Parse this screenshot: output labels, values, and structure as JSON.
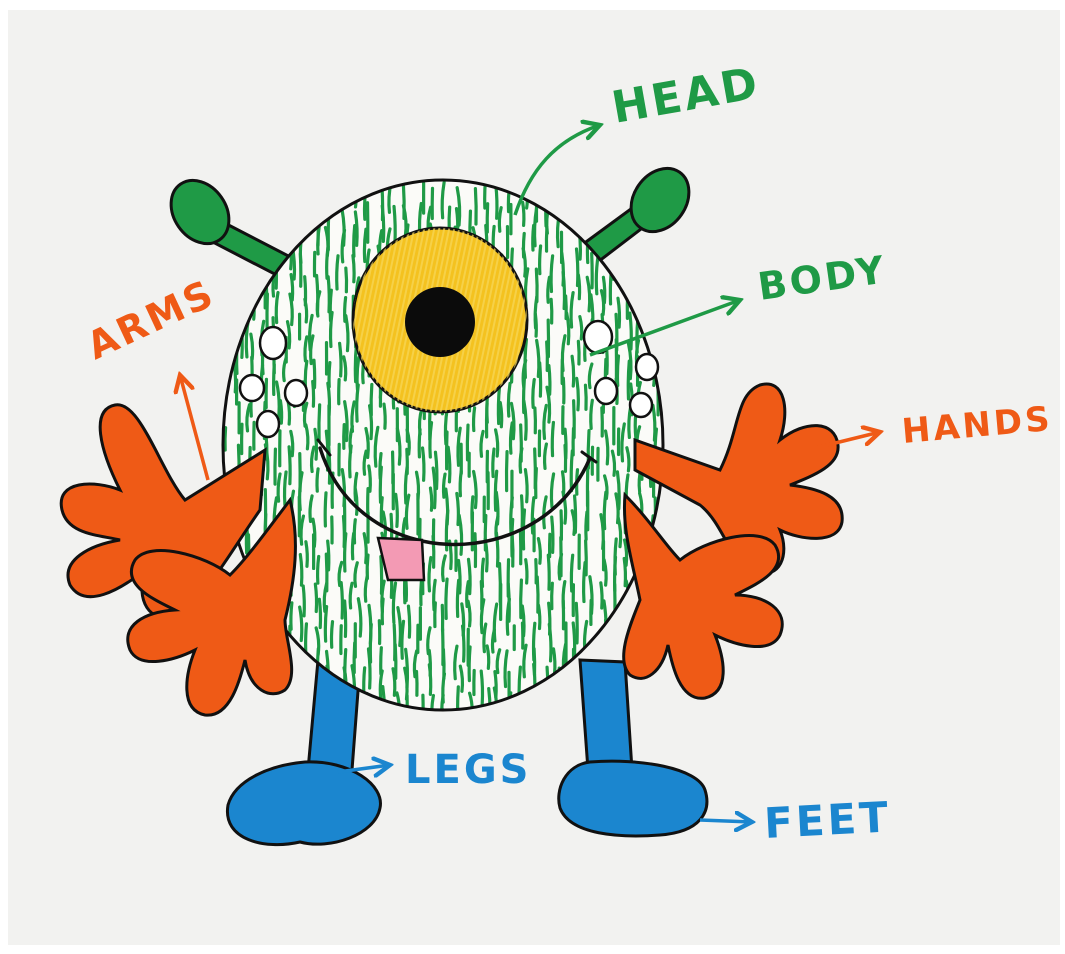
{
  "labels": {
    "head": "HEAD",
    "body": "BODY",
    "arms": "ARMS",
    "hands": "HANDS",
    "legs": "LEGS",
    "feet": "FEET"
  },
  "colors": {
    "paper": "#f2f2f0",
    "outline": "#111111",
    "body_green": "#1f9a46",
    "eye_yellow": "#f4c21f",
    "hand_orange": "#ef5a16",
    "leg_blue": "#1b86cf",
    "tongue_pink": "#f39ab4",
    "label_green": "#1f9a46",
    "label_orange": "#ef5a16",
    "label_blue": "#1b86cf"
  }
}
